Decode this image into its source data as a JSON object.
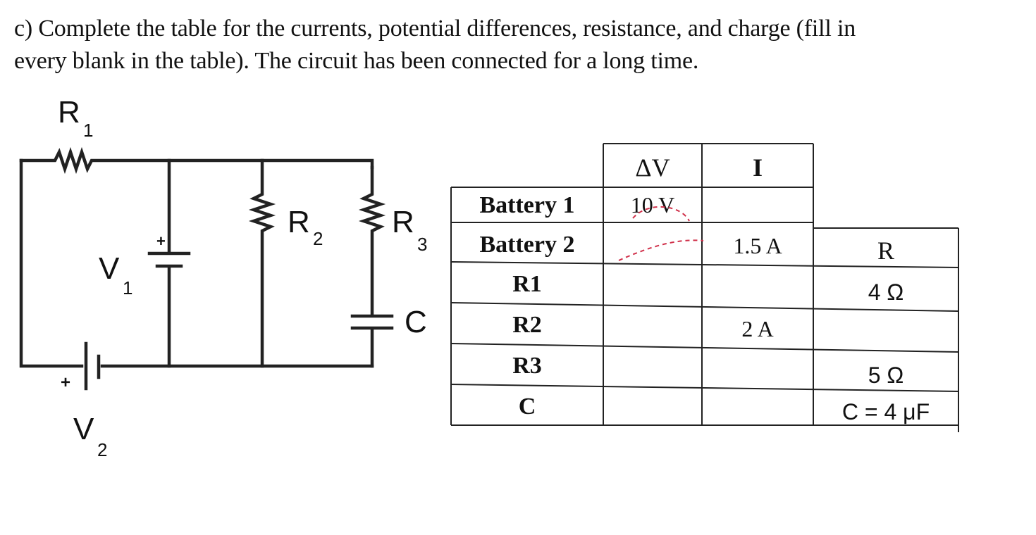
{
  "question": {
    "line1": "c) Complete the table for the currents, potential differences, resistance, and charge (fill in",
    "line2": "every blank in the table).  The circuit has been connected for a long time."
  },
  "circuit": {
    "r1_letter": "R",
    "r1_sub": "1",
    "r2_letter": "R",
    "r2_sub": "2",
    "r3_letter": "R",
    "r3_sub": "3",
    "v1_letter": "V",
    "v1_sub": "1",
    "v2_letter": "V",
    "v2_sub": "2",
    "cap_label": "C",
    "plus_sign": "+"
  },
  "table": {
    "headers": {
      "dv": "ΔV",
      "i": "I",
      "r": "R"
    },
    "rows": [
      {
        "label": "Battery 1",
        "dv": "10 V",
        "i": "",
        "r": ""
      },
      {
        "label": "Battery 2",
        "dv": "",
        "i": "1.5 A",
        "r": ""
      },
      {
        "label": "R1",
        "dv": "",
        "i": "",
        "r": "4 Ω"
      },
      {
        "label": "R2",
        "dv": "",
        "i": "2 A",
        "r": ""
      },
      {
        "label": "R3",
        "dv": "",
        "i": "",
        "r": "5 Ω"
      },
      {
        "label": "C",
        "dv": "",
        "i": "",
        "r": "C = 4 μF"
      }
    ]
  },
  "colors": {
    "ink": "#111111",
    "annotation": "#d0304a"
  }
}
